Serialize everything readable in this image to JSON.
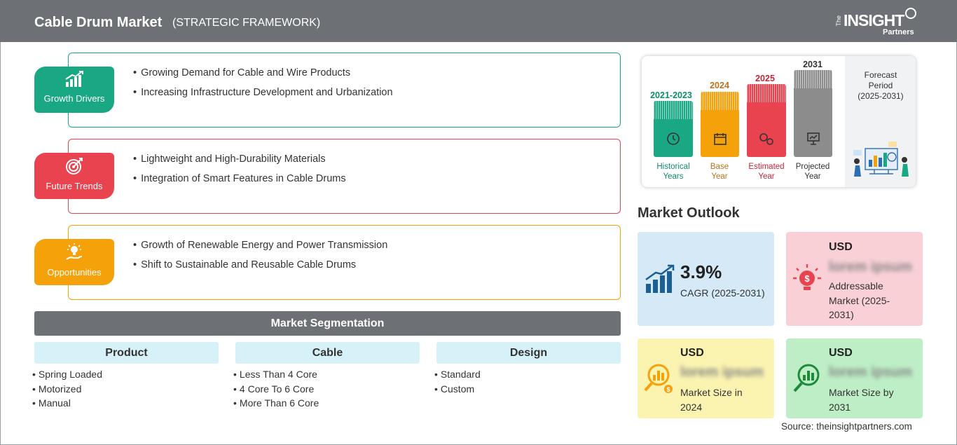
{
  "header": {
    "title": "Cable Drum Market",
    "subtitle": "(STRATEGIC FRAMEWORK)",
    "logo_the": "The",
    "logo_insight": "INSIGHT",
    "logo_partners": "Partners"
  },
  "drivers": [
    {
      "label": "Growth Drivers",
      "icon": "bar-chart-up-icon",
      "color": "#1aa884",
      "items": [
        "Growing Demand for Cable and Wire Products",
        "Increasing Infrastructure Development and Urbanization"
      ]
    },
    {
      "label": "Future Trends",
      "icon": "target-icon",
      "color": "#e8434f",
      "items": [
        "Lightweight and High-Durability Materials",
        "Integration of Smart Features in Cable Drums"
      ]
    },
    {
      "label": "Opportunities",
      "icon": "lightbulb-hand-icon",
      "color": "#f5a10a",
      "items": [
        "Growth of Renewable Energy and Power Transmission",
        "Shift to Sustainable and Reusable Cable Drums"
      ]
    }
  ],
  "segmentation": {
    "title": "Market Segmentation",
    "columns": [
      {
        "head": "Product",
        "items": [
          "Spring Loaded",
          "Motorized",
          "Manual"
        ]
      },
      {
        "head": "Cable",
        "items": [
          "Less Than 4 Core",
          "4 Core To 6 Core",
          "More Than 6 Core"
        ]
      },
      {
        "head": "Design",
        "items": [
          "Standard",
          "Custom"
        ]
      }
    ]
  },
  "timeline": {
    "bars": [
      {
        "year": "2021-2023",
        "label1": "Historical",
        "label2": "Years",
        "color": "#1aa884",
        "year_color": "#0e8c6a"
      },
      {
        "year": "2024",
        "label1": "Base",
        "label2": "Year",
        "color": "#f5a10a",
        "year_color": "#b8731a"
      },
      {
        "year": "2025",
        "label1": "Estimated",
        "label2": "Year",
        "color": "#e8434f",
        "year_color": "#c0263a"
      },
      {
        "year": "2031",
        "label1": "Projected",
        "label2": "Year",
        "color": "#8c8c8c",
        "year_color": "#333333"
      }
    ],
    "forecast_line1": "Forecast",
    "forecast_line2": "Period",
    "forecast_line3": "(2025-2031)"
  },
  "outlook": {
    "title": "Market Outlook",
    "cagr_value": "3.9%",
    "cagr_label": "CAGR (2025-2031)",
    "cards": [
      {
        "usd": "USD",
        "blurred": "lorem ipsum",
        "desc": "Addressable Market (2025-2031)",
        "color": "#f8d0d6",
        "icon": "dollar-bulb-icon"
      },
      {
        "usd": "USD",
        "blurred": "lorem ipsum",
        "desc": "Market Size in 2024",
        "color": "#fbf3b0",
        "icon": "dollar-magnifier-icon"
      },
      {
        "usd": "USD",
        "blurred": "lorem ipsum",
        "desc": "Market Size by 2031",
        "color": "#bdeec6",
        "icon": "chart-magnifier-icon"
      }
    ]
  },
  "source": "Source: theinsightpartners.com"
}
